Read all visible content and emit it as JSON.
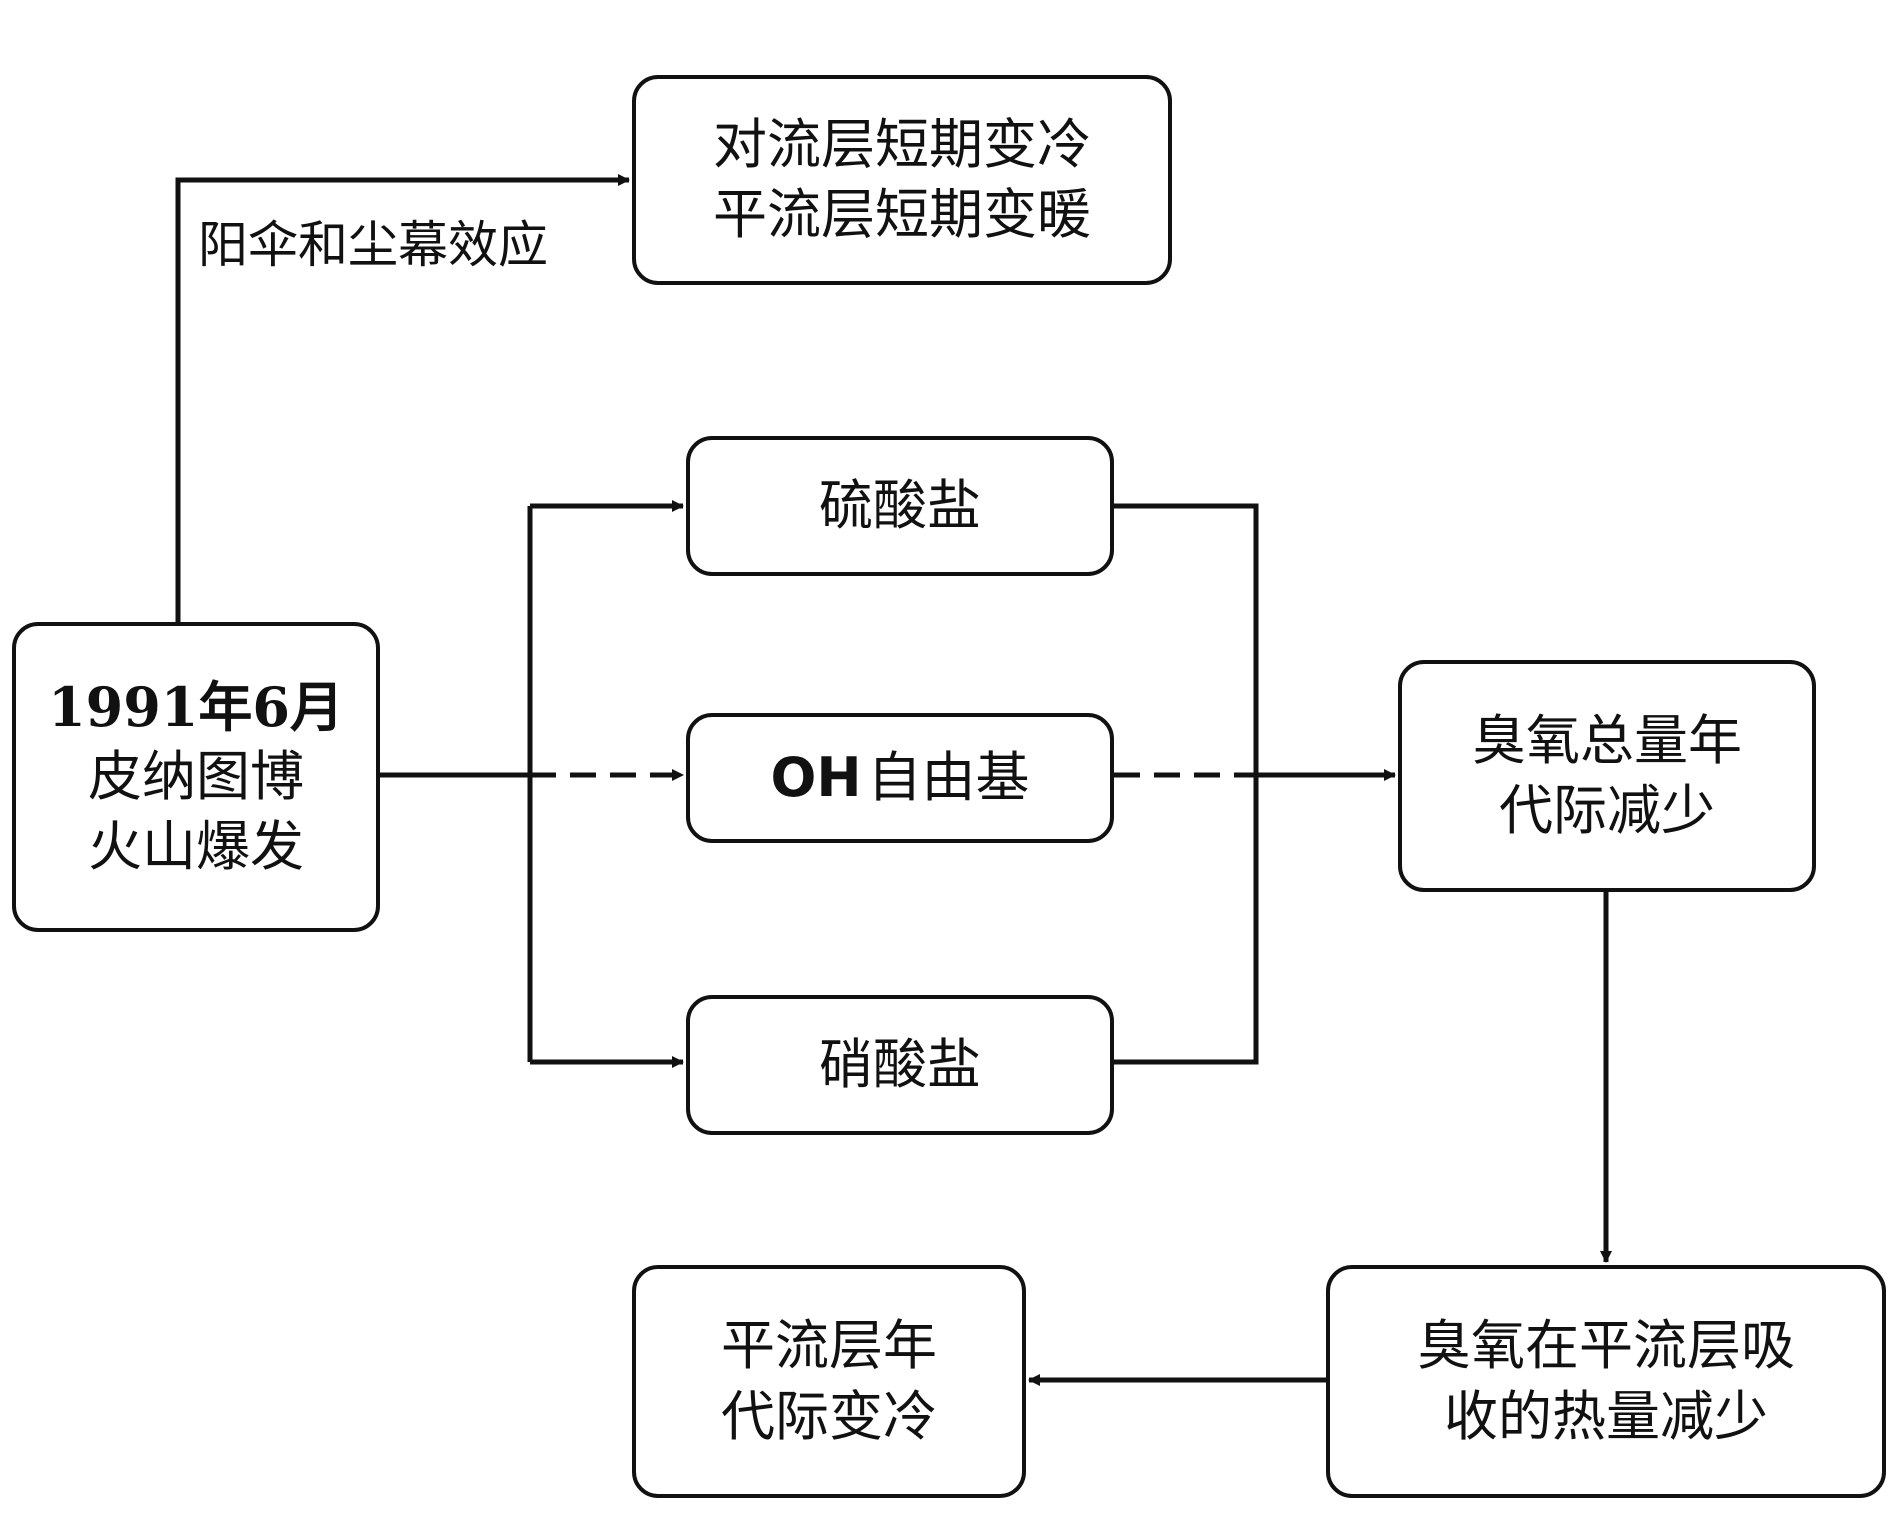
{
  "nodes": {
    "eruption": {
      "lines": [
        "1991年6月",
        "皮纳图博",
        "火山爆发"
      ]
    },
    "troposphere": {
      "lines": [
        "对流层短期变冷",
        "平流层短期变暖"
      ]
    },
    "sulfate": {
      "label": "硫酸盐"
    },
    "oh": {
      "prefix": "OH",
      "label": "自由基"
    },
    "nitrate": {
      "label": "硝酸盐"
    },
    "ozone_total": {
      "lines": [
        "臭氧总量年",
        "代际减少"
      ]
    },
    "ozone_heat": {
      "lines": [
        "臭氧在平流层吸",
        "收的热量减少"
      ]
    },
    "strat_cool": {
      "lines": [
        "平流层年",
        "代际变冷"
      ]
    }
  },
  "edge_labels": {
    "umbrella": "阳伞和尘幕效应"
  },
  "colors": {
    "stroke": "#111111",
    "background": "#ffffff"
  }
}
